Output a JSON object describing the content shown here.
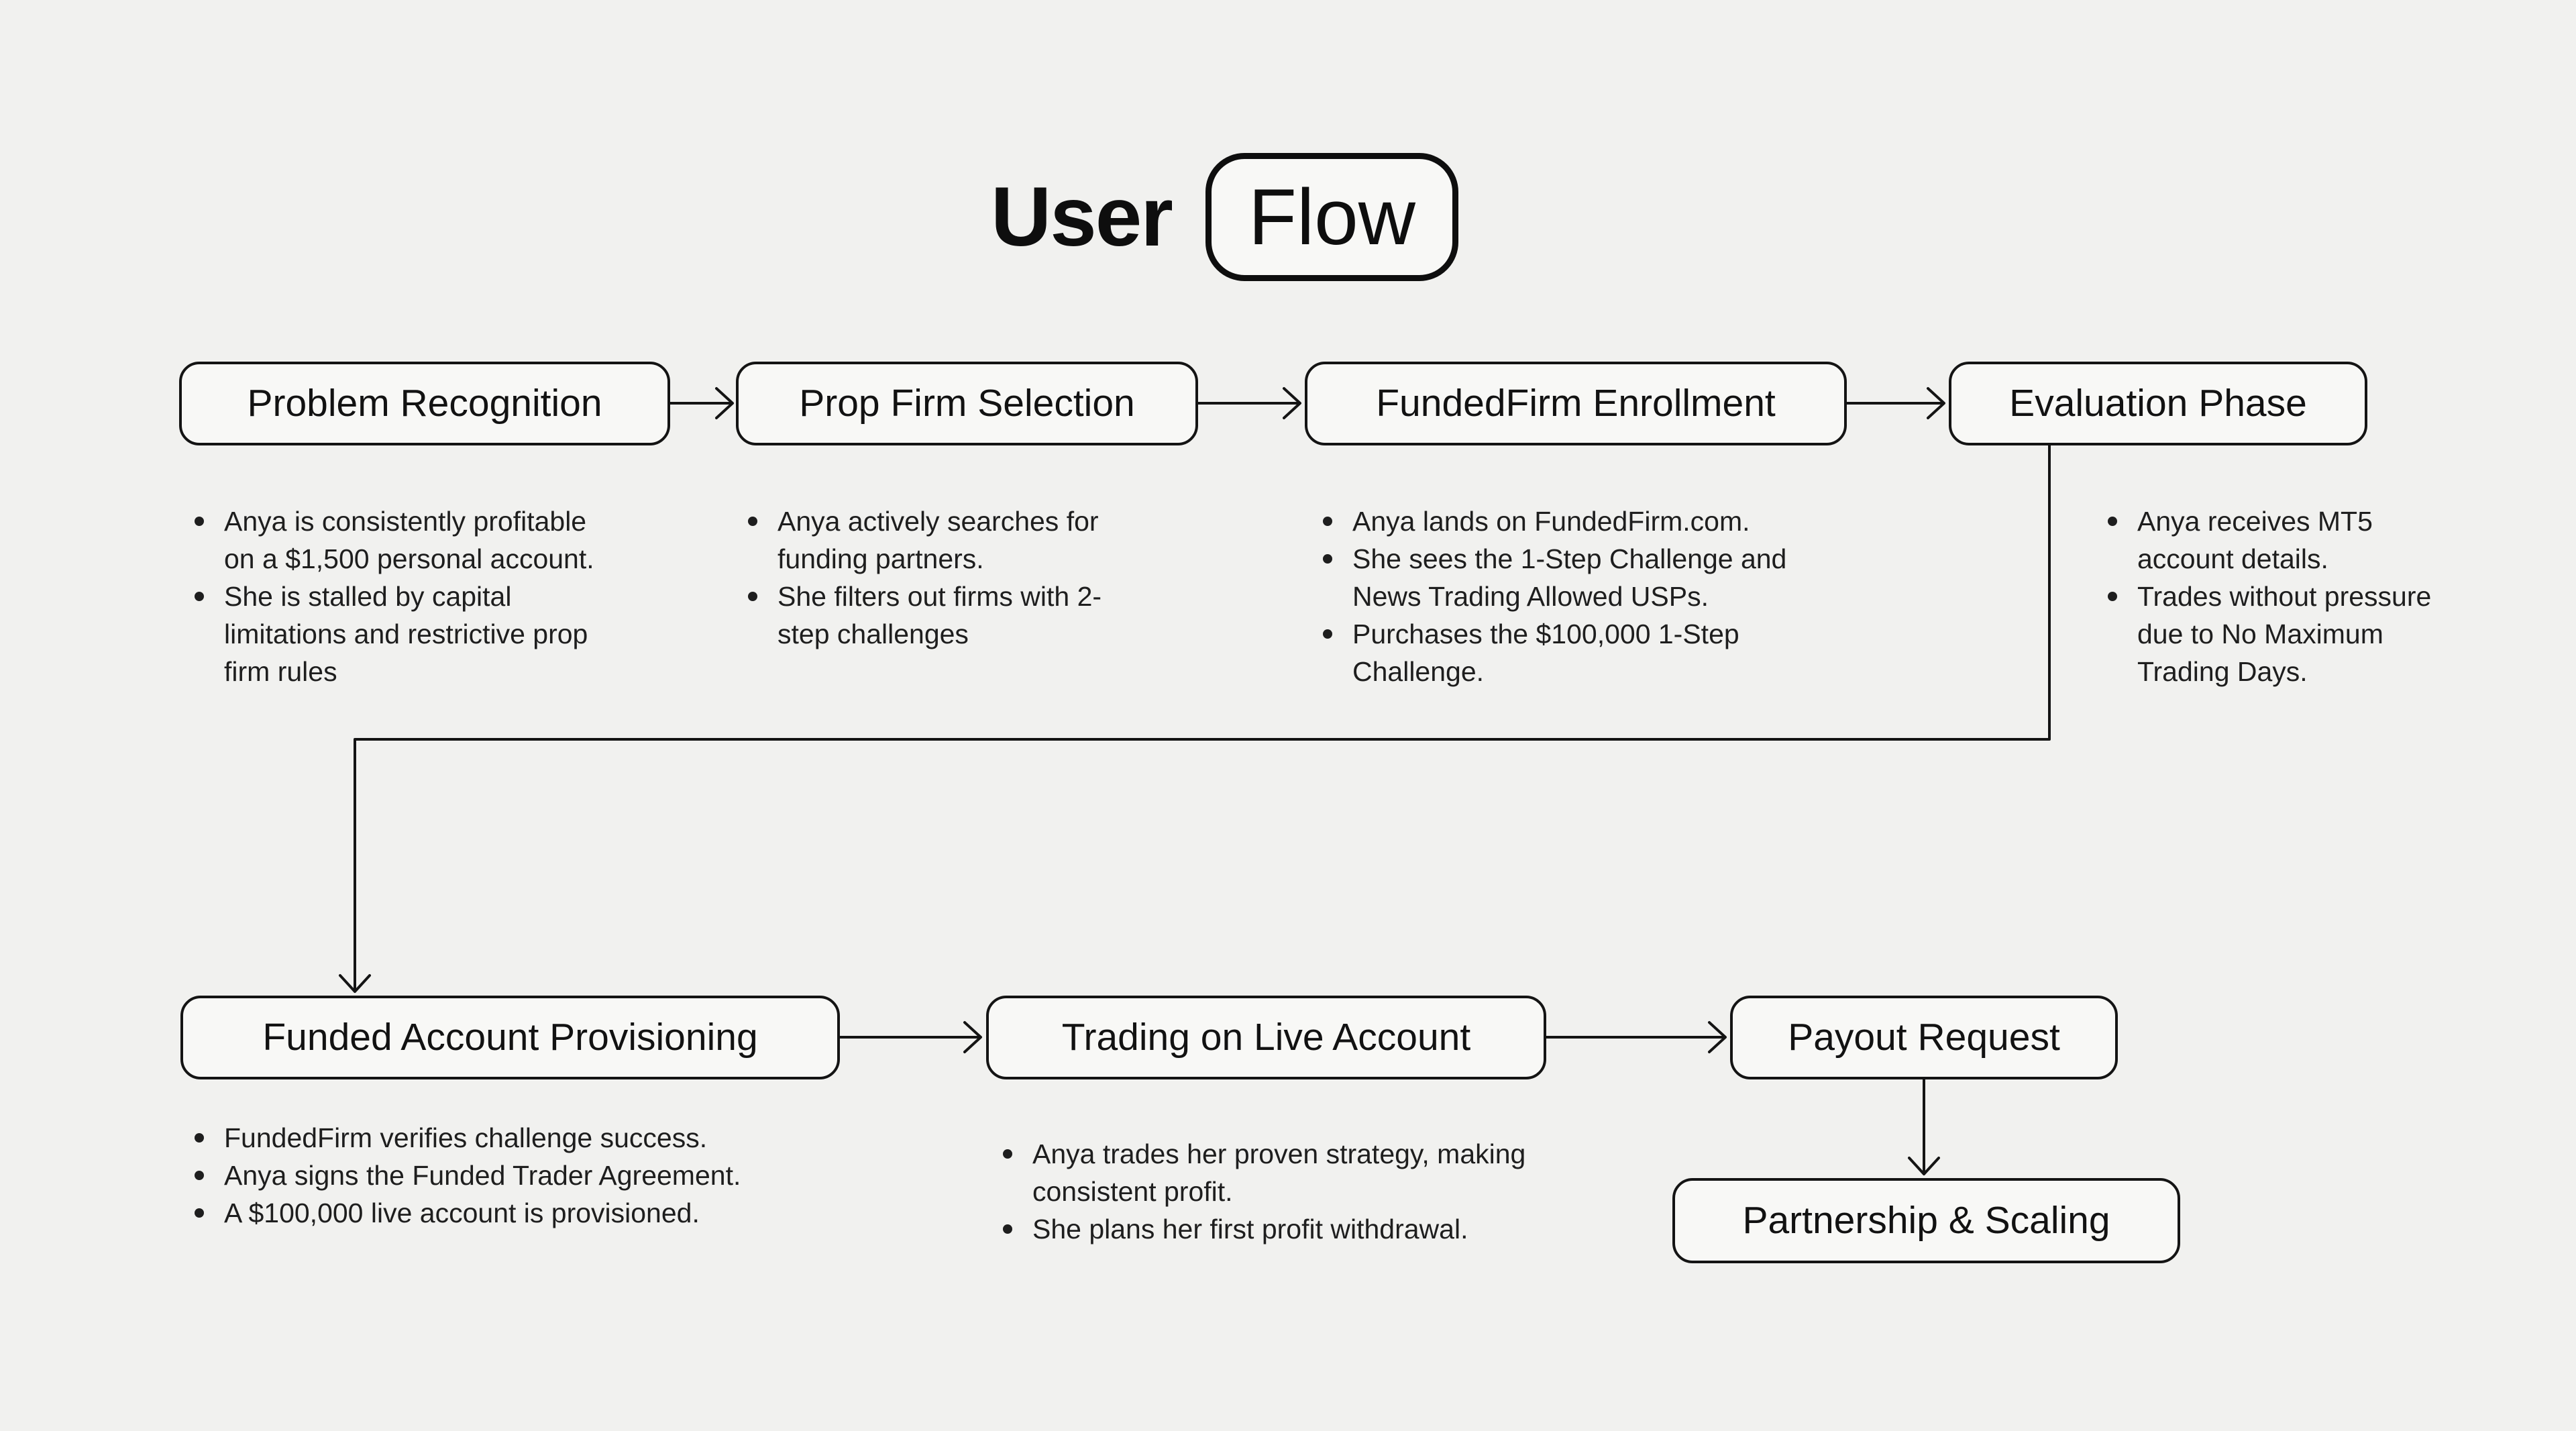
{
  "title": {
    "plain": "User",
    "boxed": "Flow"
  },
  "colors": {
    "background": "#F1F1EF",
    "node_fill": "#F8F8F6",
    "stroke": "#141414",
    "text": "#1E1E1E"
  },
  "nodes": [
    {
      "label": "Problem Recognition",
      "bullets": [
        [
          "Anya is consistently profitable",
          "on a $1,500 personal account."
        ],
        [
          "She is stalled by capital",
          "limitations and restrictive prop",
          "firm rules"
        ]
      ]
    },
    {
      "label": "Prop Firm Selection",
      "bullets": [
        [
          "Anya actively searches for",
          "funding partners."
        ],
        [
          "She filters out firms with 2-",
          "step challenges"
        ]
      ]
    },
    {
      "label": "FundedFirm Enrollment",
      "bullets": [
        [
          "Anya lands on FundedFirm.com."
        ],
        [
          "She sees the 1-Step Challenge and",
          "News Trading Allowed USPs."
        ],
        [
          "Purchases the $100,000 1-Step",
          "Challenge."
        ]
      ]
    },
    {
      "label": "Evaluation Phase",
      "bullets": [
        [
          "Anya receives MT5",
          "account details."
        ],
        [
          "Trades without pressure",
          "due to No Maximum",
          "Trading Days."
        ]
      ]
    },
    {
      "label": "Funded Account Provisioning",
      "bullets": [
        [
          "FundedFirm verifies challenge success."
        ],
        [
          "Anya signs the Funded Trader Agreement."
        ],
        [
          "A $100,000 live account is provisioned."
        ]
      ]
    },
    {
      "label": "Trading on Live Account",
      "bullets": [
        [
          "Anya trades her proven strategy, making",
          "consistent profit."
        ],
        [
          "She plans her first profit withdrawal."
        ]
      ]
    },
    {
      "label": "Payout Request",
      "bullets": []
    },
    {
      "label": "Partnership & Scaling",
      "bullets": []
    }
  ]
}
